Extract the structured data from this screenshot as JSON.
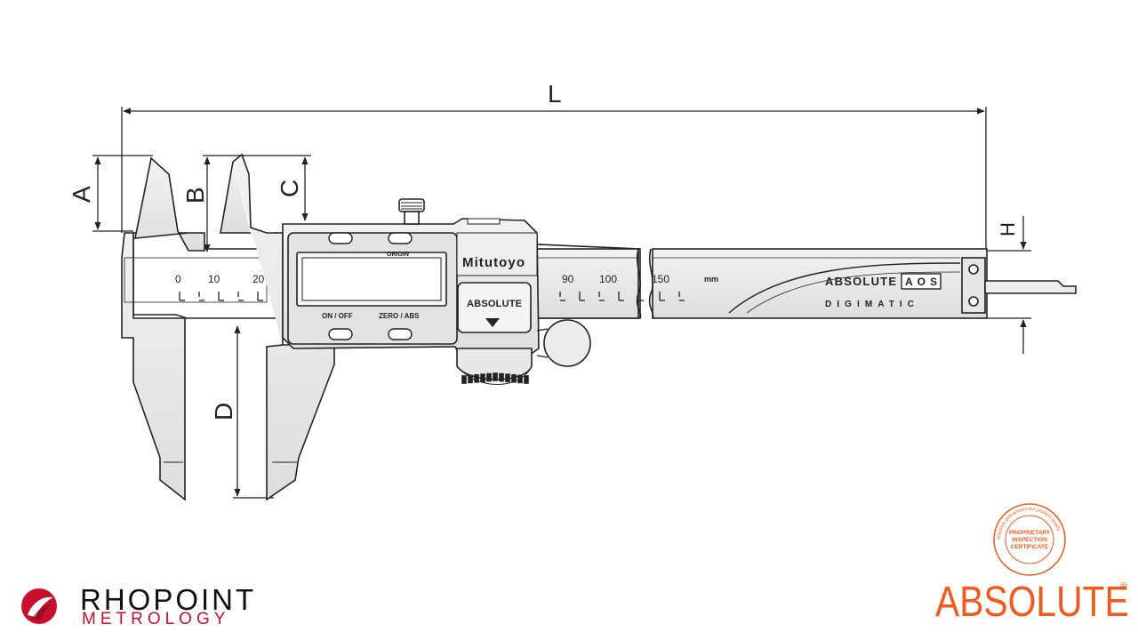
{
  "dimensions": {
    "length": "L",
    "outside_jaw_depth": "A",
    "inside_jaw_depth": "B",
    "step_depth": "C",
    "outside_jaw_length": "D",
    "beam_height": "H"
  },
  "scale": {
    "labels": [
      "0",
      "10",
      "20",
      "90",
      "100",
      "150"
    ],
    "unit_mark": "mm"
  },
  "display_unit": {
    "brand": "Mitutoyo",
    "badge": "ABSOLUTE",
    "origin_label": "ORIGIN",
    "on_off_label": "ON / OFF",
    "zero_abs_label": "ZERO / ABS"
  },
  "beam_marks": {
    "absolute": "ABSOLUTE",
    "aos": "AOS",
    "digimatic": "DIGIMATIC"
  },
  "brands": {
    "rhopoint_name": "RHOPOINT",
    "rhopoint_sub": "METROLOGY",
    "absolute_logo": "ABSOLUTE",
    "registered": "®",
    "seal_ring": "Mitutoyo guarantees the product quality",
    "seal_center": [
      "PROPRIETARY",
      "INSPECTION",
      "CERTIFICATE"
    ]
  },
  "colors": {
    "line": "#222222",
    "metal_fill": "#ececec",
    "metal_dark": "#d4d4d4",
    "rhopoint_red": "#c8102e",
    "absolute_orange": "#f05a1a"
  }
}
